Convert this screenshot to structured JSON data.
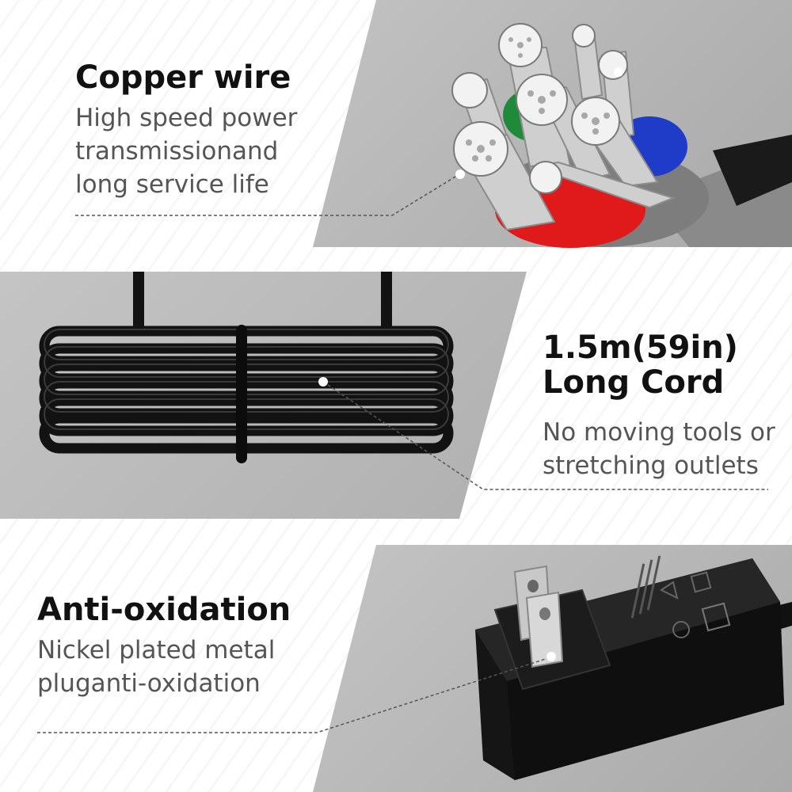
{
  "features": [
    {
      "title": "Copper wire",
      "description": [
        "High speed power",
        "transmissionand",
        "long service life"
      ]
    },
    {
      "title": [
        "1.5m(59in)",
        "Long Cord"
      ],
      "description": [
        "No moving tools or",
        "stretching outlets"
      ]
    },
    {
      "title": "Anti-oxidation",
      "description": [
        "Nickel plated metal",
        "pluganti-oxidation"
      ]
    }
  ],
  "colors": {
    "panel_gray": "#b8b8b8",
    "heading": "#111111",
    "body_text": "#555555",
    "cable_black": "#121212",
    "insulation_red": "#e01a1a",
    "insulation_blue": "#1e3cc8",
    "insulation_green": "#1f8a3a"
  },
  "icons": [
    "copper-strands-image",
    "coiled-cable-image",
    "power-adapter-image"
  ]
}
